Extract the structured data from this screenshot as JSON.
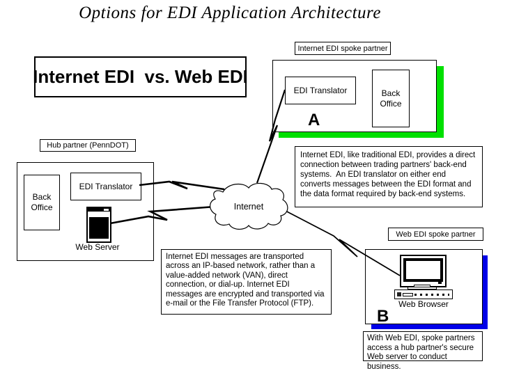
{
  "title": "Options for EDI Application Architecture",
  "heading": "Internet EDI  vs. Web EDI",
  "cloud": {
    "label": "Internet"
  },
  "hub": {
    "label": "Hub partner (PennDOT)",
    "back_office": "Back Office",
    "edi_translator": "EDI Translator",
    "web_server": "Web Server"
  },
  "spoke_a": {
    "label": "Internet EDI spoke partner",
    "edi_translator": "EDI Translator",
    "back_office": "Back Office",
    "letter": "A",
    "shadow_color": "#00e000"
  },
  "spoke_b": {
    "label": "Web EDI spoke partner",
    "web_browser": "Web Browser",
    "letter": "B",
    "shadow_color": "#0000e8"
  },
  "notes": {
    "internet_edi": "Internet EDI, like traditional EDI, provides a direct connection between trading partners' back-end systems.  An EDI translator on either end converts messages between the EDI format and the data format required by back-end systems.",
    "transport": "Internet EDI messages are transported across an IP-based network, rather than a value-added network (VAN), direct connection, or dial-up. Internet EDI messages are encrypted and transported via e-mail or the File Transfer Protocol (FTP).",
    "web_edi": "With Web EDI, spoke partners access a hub partner's secure Web server to conduct business."
  }
}
